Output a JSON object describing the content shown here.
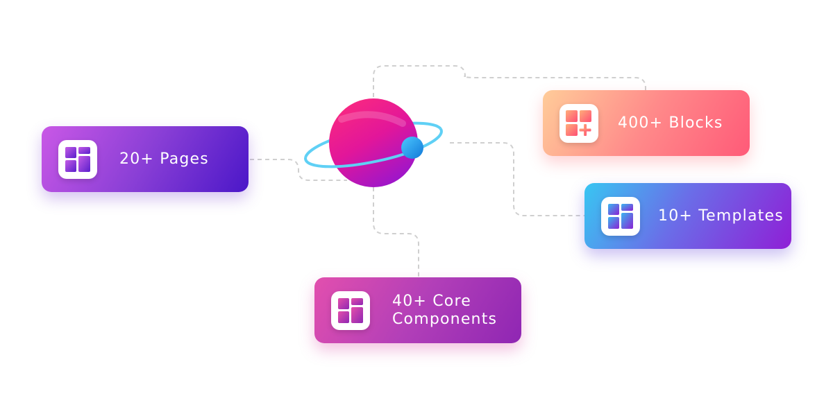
{
  "nodes": {
    "pages": {
      "label": "20+ Pages",
      "icon": "layout-grid-icon"
    },
    "blocks": {
      "label": "400+ Blocks",
      "icon": "blocks-add-icon"
    },
    "templates": {
      "label": "10+ Templates",
      "icon": "layout-grid-icon"
    },
    "core": {
      "label_line1": "40+ Core",
      "label_line2": "Components",
      "icon": "layout-grid-icon"
    }
  },
  "hub": {
    "icon": "planet-icon"
  },
  "colors": {
    "connector": "#cfcfcf",
    "orbit": "#5fd0f5",
    "moon": "#1aa0ea",
    "planet_top": "#ff2d7a",
    "planet_bottom": "#a016c8"
  }
}
